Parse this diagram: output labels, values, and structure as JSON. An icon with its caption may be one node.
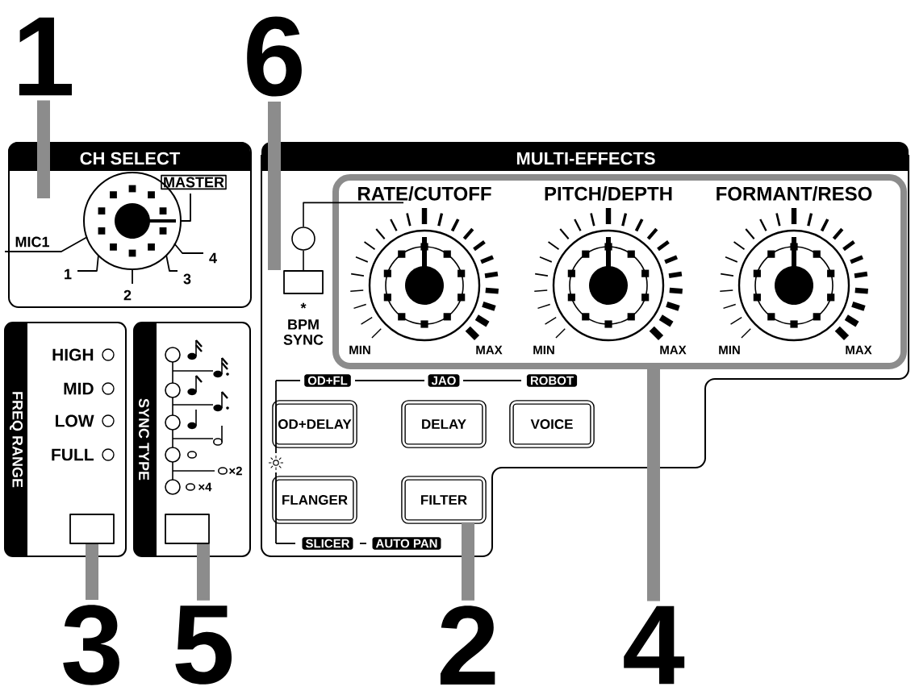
{
  "diagram": {
    "nodes": [
      {
        "text": [
          "1"
        ]
      },
      {
        "text": [
          "6"
        ]
      },
      {
        "text": [
          "CH SELECT"
        ]
      },
      {
        "text": [],
        "shape": "circle",
        "in": 2,
        "beside": [
          "MASTER",
          "MIC1",
          "1",
          "2",
          "3",
          "4"
        ]
      },
      {
        "text": [
          "MULTI-EFFECTS"
        ]
      },
      {
        "text": [],
        "shape": "circle",
        "in": 4
      },
      {
        "text": [],
        "shape": "box",
        "in": 4,
        "beside": [
          "*",
          "BPM SYNC"
        ]
      },
      {
        "text": [],
        "shape": "box",
        "in": 4
      },
      {
        "text": [
          "RATE/CUTOFF"
        ],
        "in": 7,
        "beside": [
          "MIN",
          "MAX"
        ]
      },
      {
        "text": [
          "PITCH/DEPTH"
        ],
        "in": 7,
        "beside": [
          "MIN",
          "MAX"
        ]
      },
      {
        "text": [
          "FORMANT/RESO"
        ],
        "in": 7,
        "beside": [
          "MIN",
          "MAX"
        ]
      },
      {
        "text": [
          "OD+DELAY"
        ],
        "in": 4
      },
      {
        "text": [
          "DELAY"
        ],
        "in": 4
      },
      {
        "text": [
          "VOICE"
        ],
        "in": 4
      },
      {
        "text": [
          "FLANGER"
        ],
        "in": 4
      },
      {
        "text": [
          "FILTER"
        ],
        "in": 4
      },
      {
        "text": [
          "FREQ RANGE"
        ]
      },
      {
        "text": [],
        "shape": "box",
        "in": 16
      },
      {
        "text": [
          "SYNC TYPE"
        ]
      },
      {
        "text": [],
        "shape": "box",
        "in": 18
      },
      {
        "text": [
          "3"
        ]
      },
      {
        "text": [
          "5"
        ]
      },
      {
        "text": [
          "2"
        ]
      },
      {
        "text": [
          "4"
        ]
      }
    ],
    "edges": [
      {
        "from": 0,
        "to": 2,
        "arrow": "none"
      },
      {
        "from": 1,
        "to": 6,
        "arrow": "none"
      },
      {
        "from": 20,
        "to": 17,
        "arrow": "none"
      },
      {
        "from": 21,
        "to": 19,
        "arrow": "none"
      },
      {
        "from": 22,
        "to": 15,
        "arrow": "none"
      },
      {
        "from": 23,
        "to": 7,
        "arrow": "none"
      },
      {
        "from": 5,
        "to": 6,
        "arrow": "none",
        "color": "#000000"
      },
      {
        "from": 5,
        "to": 8,
        "arrow": "none",
        "color": "#000000"
      }
    ],
    "labels": [
      "HIGH",
      "MID",
      "LOW",
      "FULL",
      "×2",
      "×4",
      "OD+FL",
      "JAO",
      "ROBOT",
      "SLICER",
      "AUTO PAN"
    ]
  }
}
